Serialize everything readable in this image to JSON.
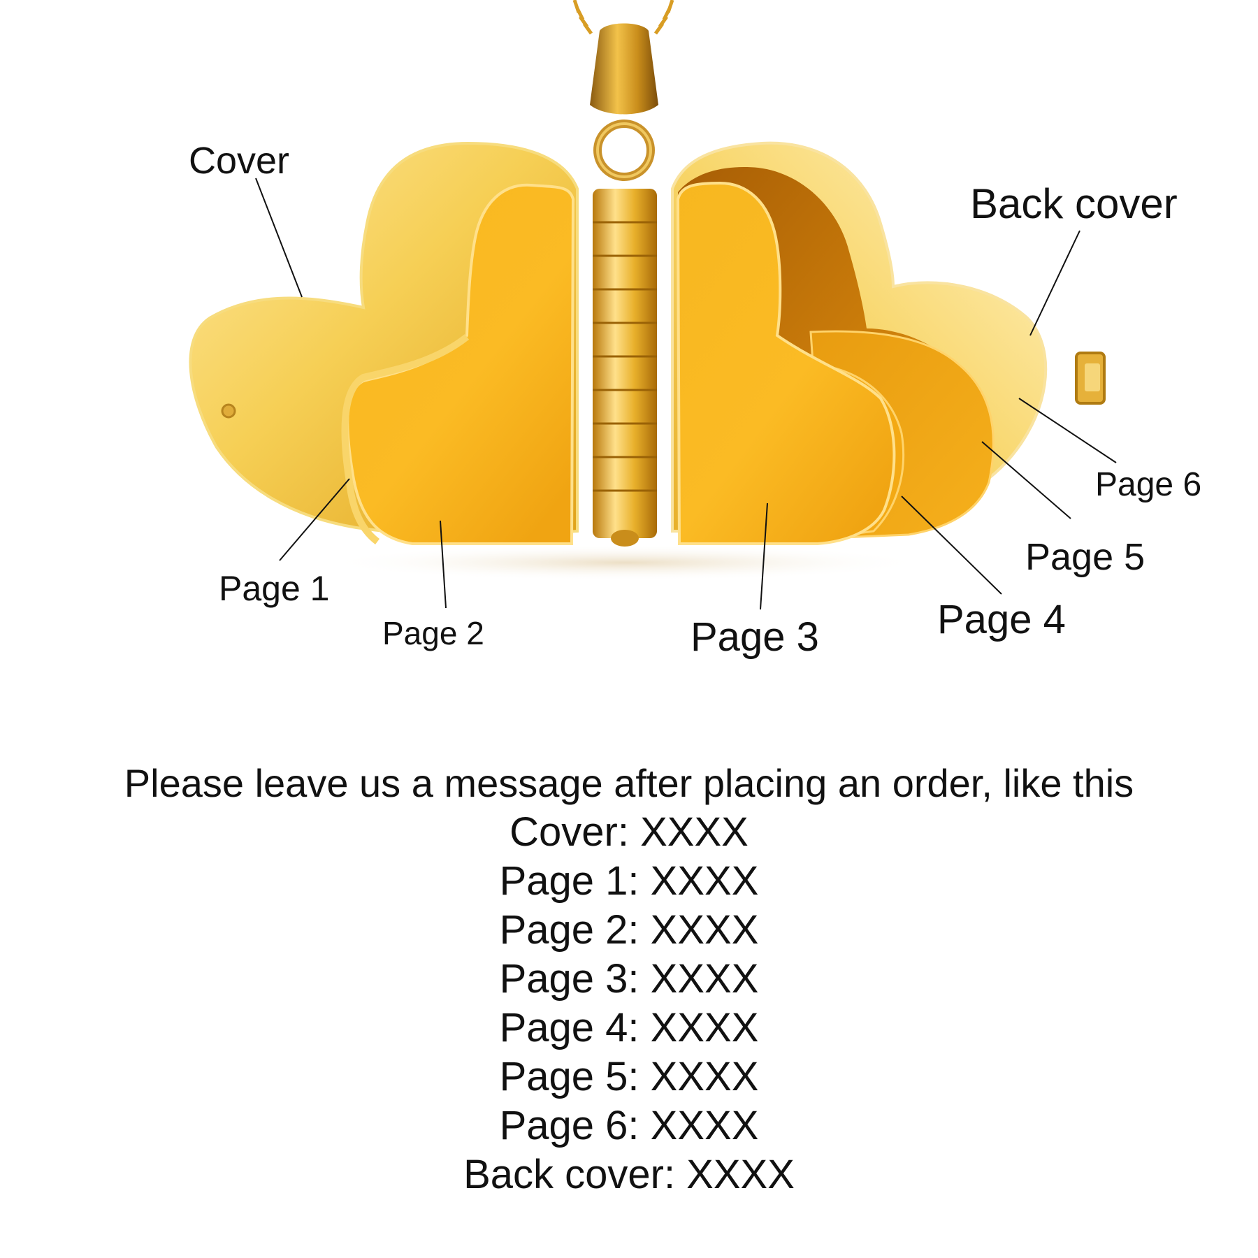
{
  "product": {
    "name_icon": "heart-book-locket-pendant",
    "metal_color": "#f2b318",
    "labels": {
      "cover": "Cover",
      "back_cover": "Back cover",
      "page1": "Page 1",
      "page2": "Page 2",
      "page3": "Page 3",
      "page4": "Page 4",
      "page5": "Page 5",
      "page6": "Page 6"
    }
  },
  "instructions": {
    "intro": "Please leave us a message after placing an order, like this",
    "lines": [
      "Cover: XXXX",
      "Page 1: XXXX",
      "Page 2: XXXX",
      "Page 3: XXXX",
      "Page 4: XXXX",
      "Page 5: XXXX",
      "Page 6: XXXX",
      "Back cover: XXXX"
    ]
  }
}
